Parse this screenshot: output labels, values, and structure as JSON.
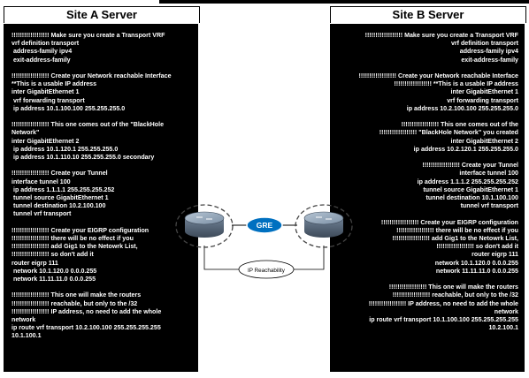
{
  "site_a": {
    "title": "Site A Server",
    "blocks": [
      [
        "!!!!!!!!!!!!!!!!!! Make sure you create a Transport VRF",
        "vrf definition transport",
        " address-family ipv4",
        " exit-address-family"
      ],
      [
        "!!!!!!!!!!!!!!!!!! Create your Network reachable Interface",
        "**This is a usable IP address",
        "inter GigabitEthernet 1",
        " vrf forwarding transport",
        " ip address 10.1.100.100 255.255.255.0"
      ],
      [
        "!!!!!!!!!!!!!!!!!! This one comes out of the \"BlackHole",
        "Network\"",
        "inter GigabitEthernet 2",
        " ip address 10.1.120.1 255.255.255.0",
        " ip address 10.1.110.10 255.255.255.0 secondary"
      ],
      [
        "!!!!!!!!!!!!!!!!!! Create your Tunnel",
        "interface tunnel 100",
        " ip address 1.1.1.1 255.255.255.252",
        " tunnel source GigabitEthernet 1",
        " tunnel destination 10.2.100.100",
        " tunnel vrf transport"
      ],
      [
        "!!!!!!!!!!!!!!!!!! Create your EIGRP configuration",
        "!!!!!!!!!!!!!!!!!! there will be no effect if you",
        "!!!!!!!!!!!!!!!!!! add Gig1 to the Netowrk List,",
        "!!!!!!!!!!!!!!!!!! so don't add it",
        "router eigrp 111",
        " network 10.1.120.0 0.0.0.255",
        " network 11.11.11.0 0.0.0.255"
      ],
      [
        "!!!!!!!!!!!!!!!!!! This one will make the routers",
        "!!!!!!!!!!!!!!!!!! reachable, but only to the /32",
        "!!!!!!!!!!!!!!!!!! IP address, no need to add the whole",
        "network",
        "ip route vrf transport 10.2.100.100 255.255.255.255",
        "10.1.100.1"
      ]
    ]
  },
  "site_b": {
    "title": "Site B Server",
    "blocks": [
      [
        "!!!!!!!!!!!!!!!!!! Make sure you create a Transport VRF",
        "vrf definition transport",
        "address-family ipv4",
        "exit-address-family"
      ],
      [
        "!!!!!!!!!!!!!!!!!! Create your Network reachable Interface",
        "!!!!!!!!!!!!!!!!!! **This is a usable IP address",
        "inter GigabitEthernet 1",
        "vrf forwarding transport",
        "ip address 10.2.100.100 255.255.255.0"
      ],
      [
        "!!!!!!!!!!!!!!!!!! This one comes out of the",
        "!!!!!!!!!!!!!!!!!! \"BlackHole Network\" you created",
        "inter GigabitEthernet 2",
        "ip address 10.2.120.1 255.255.255.0"
      ],
      [
        "!!!!!!!!!!!!!!!!!! Create your Tunnel",
        "interface tunnel 100",
        "ip address 1.1.1.2 255.255.255.252",
        "tunnel source GigabitEthernet 1",
        "tunnel destination 10.1.100.100",
        "tunnel vrf transport"
      ],
      [
        "!!!!!!!!!!!!!!!!!! Create your EIGRP configuration",
        "!!!!!!!!!!!!!!!!!! there will be no effect if you",
        "!!!!!!!!!!!!!!!!!! add Gig1 to the Netowrk List,",
        "!!!!!!!!!!!!!!!!!! so don't add it",
        "router eigrp 111",
        "network 10.1.120.0 0.0.0.255",
        "network 11.11.11.0 0.0.0.255"
      ],
      [
        "!!!!!!!!!!!!!!!!!! This one will make the routers",
        "!!!!!!!!!!!!!!!!!! reachable, but only to the /32",
        "!!!!!!!!!!!!!!!!!! IP address, no need to add the whole",
        "network",
        "ip route vrf transport 10.1.100.100 255.255.255.255",
        "10.2.100.1"
      ]
    ]
  },
  "diagram": {
    "tunnel_label": "GRE",
    "reachability_label": "IP Reachability",
    "colors": {
      "tunnel": "#0070c0",
      "router_body": "#5a6b7f",
      "router_top": "#8fa3b8",
      "dashed_ring": "#444444"
    },
    "icons": [
      "router-icon",
      "router-icon"
    ]
  }
}
